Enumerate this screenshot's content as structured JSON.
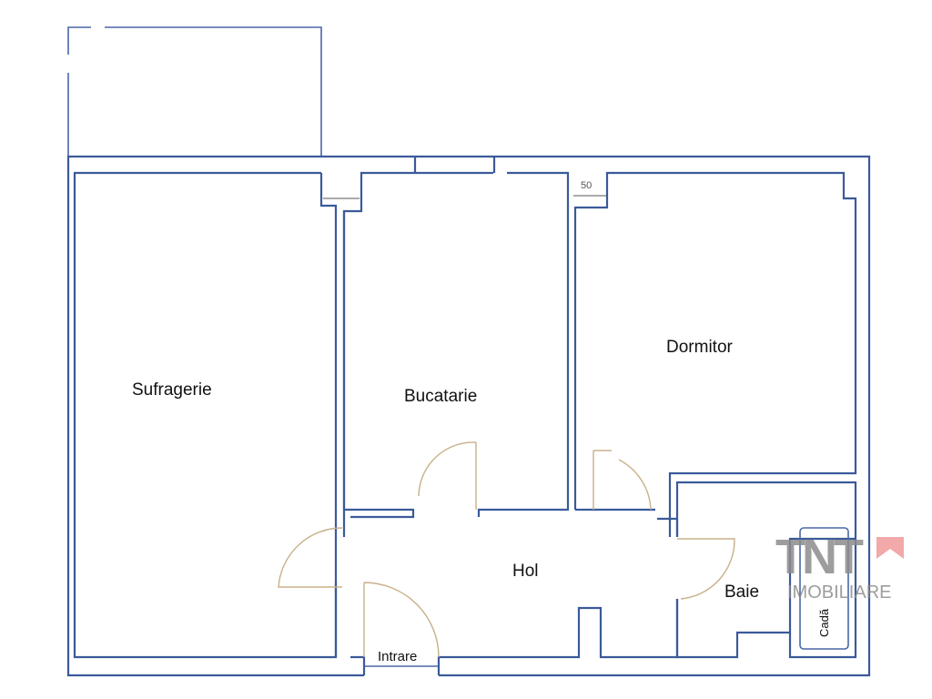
{
  "plan": {
    "rooms": [
      {
        "id": "sufragerie",
        "label": "Sufragerie"
      },
      {
        "id": "bucatarie",
        "label": "Bucatarie"
      },
      {
        "id": "dormitor",
        "label": "Dormitor"
      },
      {
        "id": "hol",
        "label": "Hol"
      },
      {
        "id": "baie",
        "label": "Baie"
      }
    ],
    "entrance_label": "Intrare",
    "bathtub_label": "Cadă",
    "dimension_label": "50"
  },
  "watermark": {
    "brand": "TNT",
    "subtitle": "IMOBILIARE",
    "accent_color": "#f0a0a0",
    "text_color": "#8c8c8c"
  },
  "colors": {
    "wall": "#3b5a9a",
    "door": "#c8b08a"
  }
}
